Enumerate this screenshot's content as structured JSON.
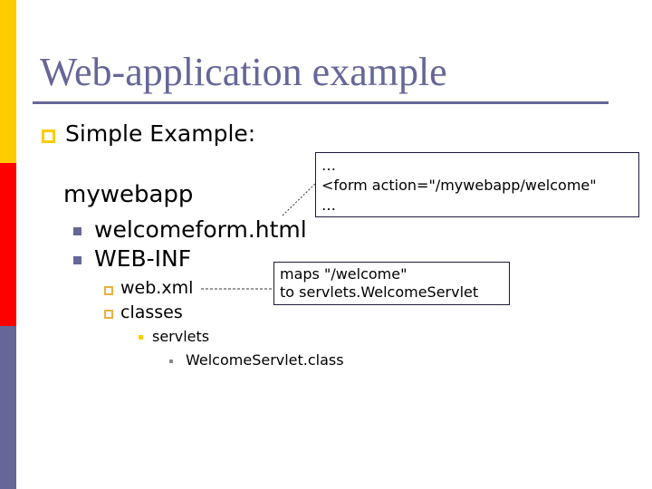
{
  "slide": {
    "title": "Web-application example",
    "accent_colors": {
      "yellow": "#ffcc00",
      "red": "#ff0000",
      "blue": "#666699"
    },
    "bullet": "Simple Example:",
    "root": "mywebapp",
    "tree": {
      "item1": "welcomeform.html",
      "item2": "WEB-INF",
      "sub1": "web.xml",
      "sub2": "classes",
      "sub3": "servlets",
      "sub4": "WelcomeServlet.class"
    },
    "callout_form": {
      "line1": "…",
      "line2": "<form action=\"/mywebapp/welcome\"",
      "line3": "…"
    },
    "callout_map": {
      "line1": "maps \"/welcome\"",
      "line2": "to servlets.WelcomeServlet"
    }
  }
}
